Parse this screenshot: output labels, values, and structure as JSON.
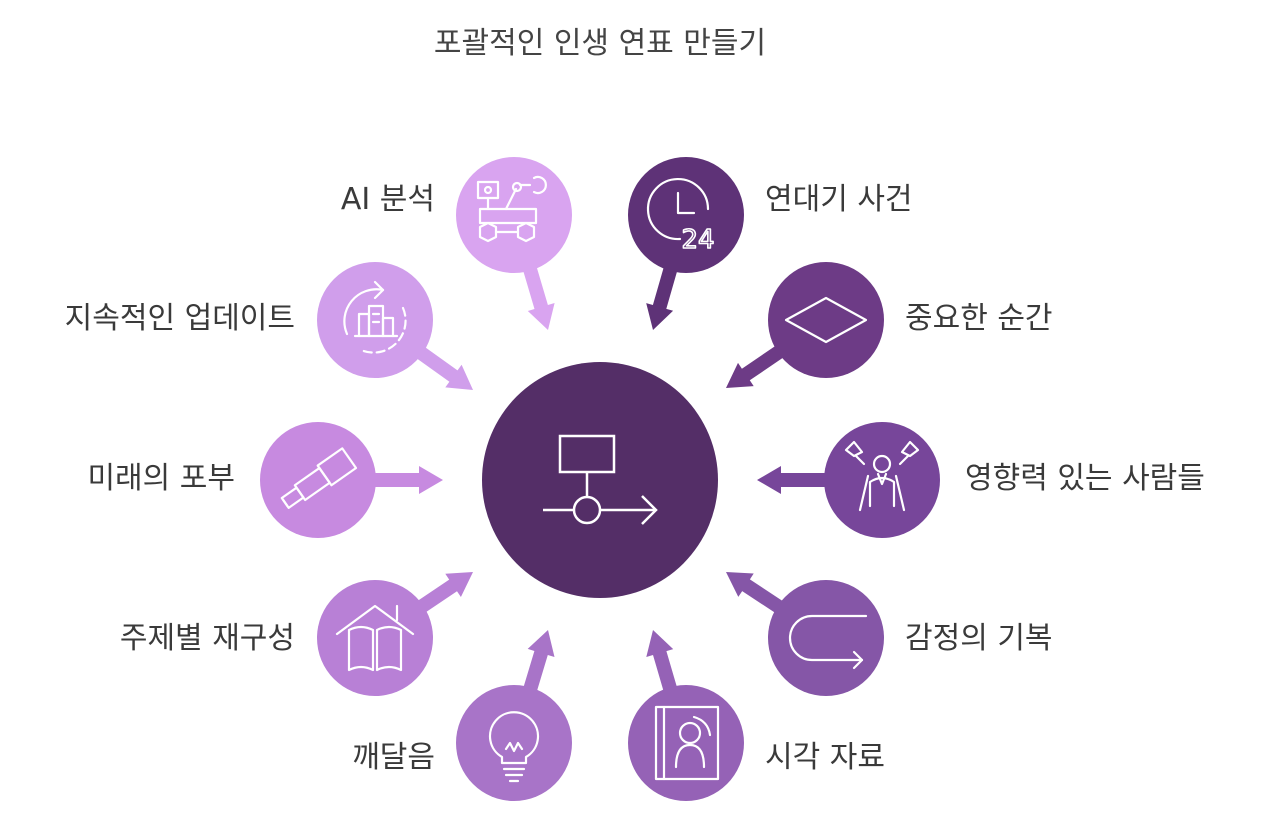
{
  "title": "포괄적인 인생 연표 만들기",
  "center": {
    "icon": "flowchart-timeline-icon",
    "color": "#542e67"
  },
  "items": [
    {
      "id": "ai-analysis",
      "label": "AI 분석",
      "icon": "robot-rover-icon",
      "color": "#d9a4f0"
    },
    {
      "id": "chronological-events",
      "label": "연대기 사건",
      "icon": "clock-24-icon",
      "color": "#5e3277"
    },
    {
      "id": "continuous-update",
      "label": "지속적인 업데이트",
      "icon": "refresh-building-icon",
      "color": "#d09eeb"
    },
    {
      "id": "important-moments",
      "label": "중요한 순간",
      "icon": "diamond-icon",
      "color": "#6d3b86"
    },
    {
      "id": "future-aspirations",
      "label": "미래의 포부",
      "icon": "telescope-icon",
      "color": "#c78ae0"
    },
    {
      "id": "influential-people",
      "label": "영향력 있는 사람들",
      "icon": "person-spotlights-icon",
      "color": "#77469a"
    },
    {
      "id": "thematic-reconstruction",
      "label": "주제별 재구성",
      "icon": "house-book-icon",
      "color": "#b880d6"
    },
    {
      "id": "emotional-record",
      "label": "감정의 기복",
      "icon": "u-turn-arrow-icon",
      "color": "#8556a7"
    },
    {
      "id": "realization",
      "label": "깨달음",
      "icon": "lightbulb-icon",
      "color": "#a874c8"
    },
    {
      "id": "visual-materials",
      "label": "시각 자료",
      "icon": "photo-album-icon",
      "color": "#9562b6"
    }
  ]
}
